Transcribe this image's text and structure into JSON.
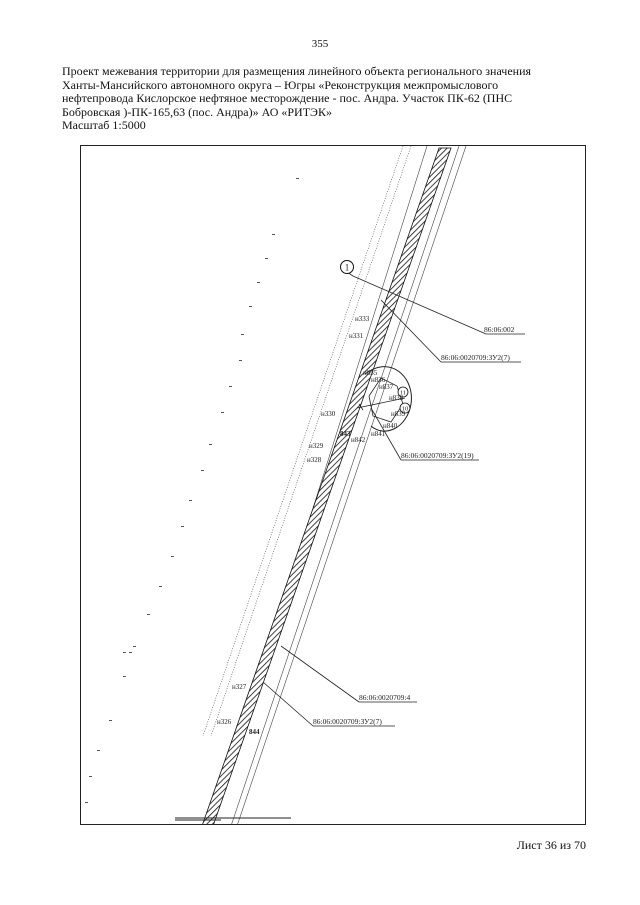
{
  "page": {
    "number": "355"
  },
  "header": {
    "lines": [
      "Проект межевания  территории для размещения линейного объекта регионального значения",
      "Ханты-Мансийского автономного округа – Югры  «Реконструкция межпромыслового",
      "нефтепровода Кислорское нефтяное месторождение - пос. Андра. Участок ПК-62 (ПНС",
      "Бобровская )-ПК-165,63 (пос. Андра)» АО «РИТЭК»"
    ],
    "scale": "Масштаб 1:5000"
  },
  "map": {
    "circle_marker": "1",
    "parcel_labels": {
      "p1": "86:06:002",
      "p2": "86:06:0020709:ЗУ2(7)",
      "p3": "86:06:0020709:ЗУ2(19)",
      "p4": "86:06:0020709:4",
      "p5": "86:06:0020709:ЗУ2(7)"
    },
    "point_labels": {
      "n333": "н333",
      "n331": "н331",
      "n835": "н835",
      "n836": "н836",
      "n837": "н837",
      "n838": "н838",
      "n839": "н839",
      "n330": "н330",
      "n843": "843",
      "n842": "н842",
      "n841": "н841",
      "n840": "н840",
      "n329": "н329",
      "n328": "н328",
      "n327": "н327",
      "n326": "н326",
      "n844": "844"
    },
    "small_markers": {
      "m1": "11",
      "m2": "10"
    }
  },
  "footer": {
    "sheet": "Лист 36 из 70"
  }
}
